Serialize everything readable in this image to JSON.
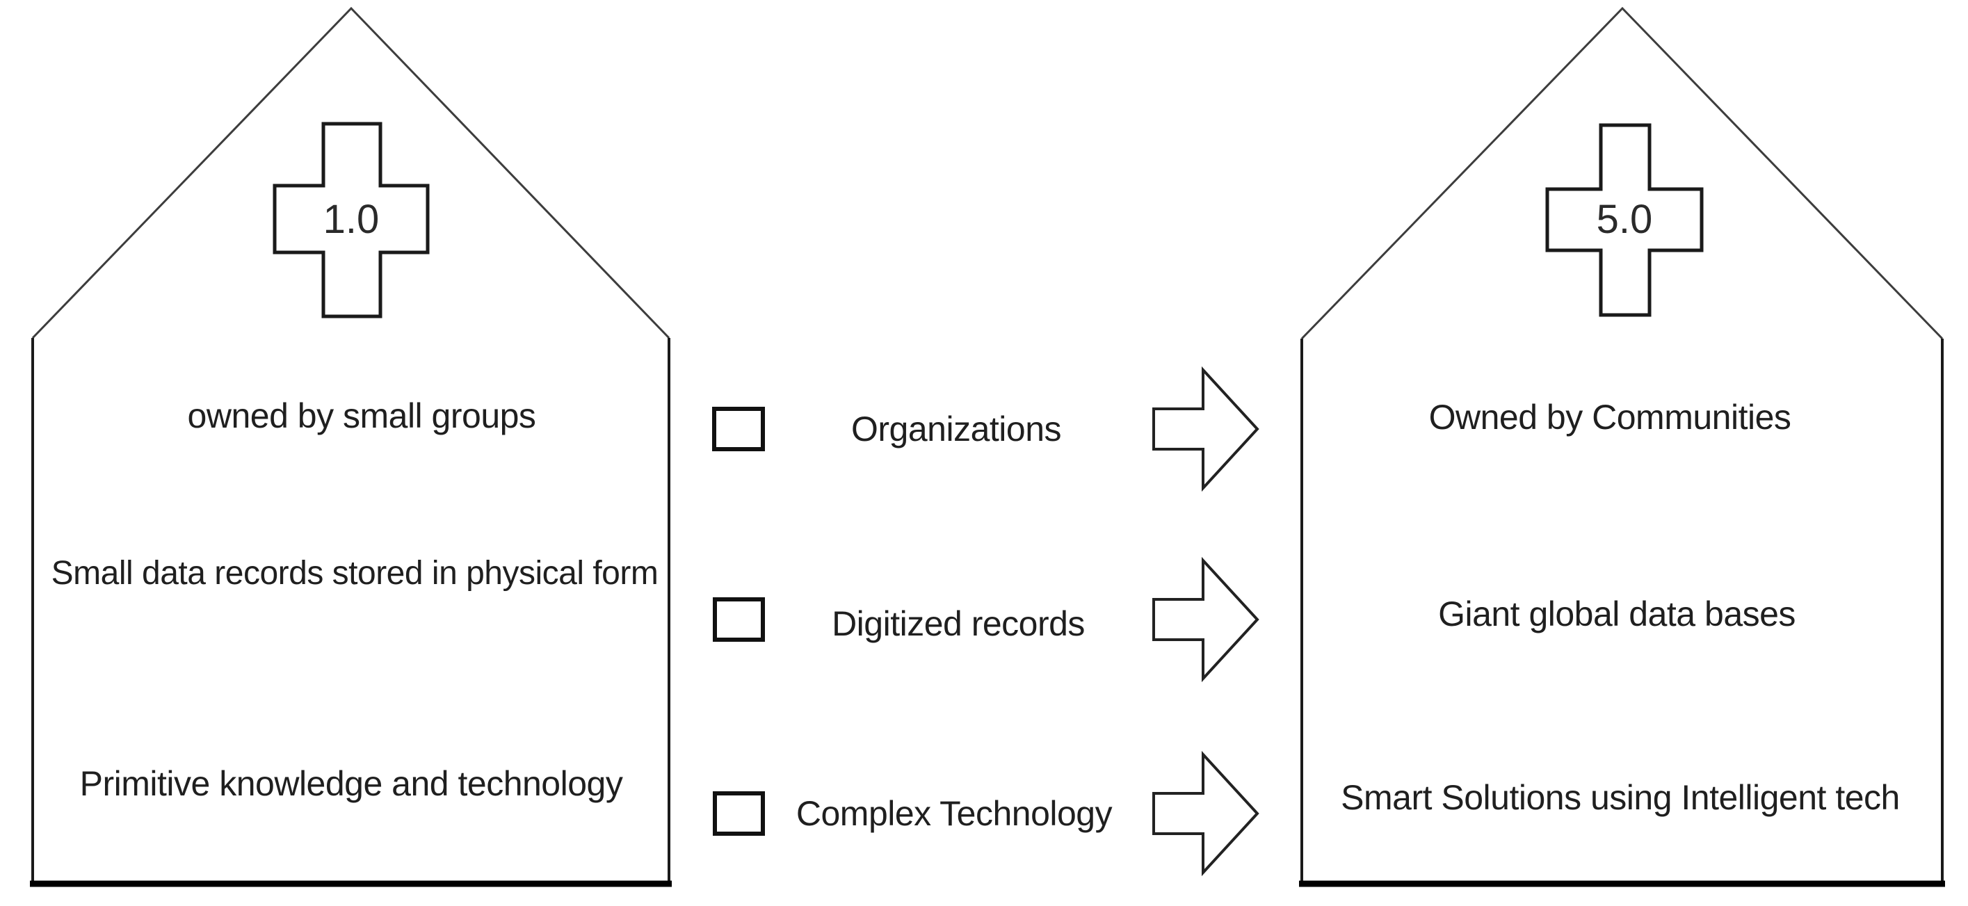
{
  "canvas": {
    "background": "#ffffff",
    "outline_color": "#1a1a1a",
    "roof_color": "#3d3d3d",
    "text_color": "#1f1f1f",
    "description": "Comparison diagram of two house shapes: era 1.0 versus era 5.0, with three transition rows between them"
  },
  "left_house": {
    "version_label": "1.0",
    "rows": [
      "owned by small groups",
      "Small data records stored in physical form",
      "Primitive knowledge and technology"
    ]
  },
  "middle_column": {
    "rows": [
      "Organizations",
      "Digitized records",
      "Complex Technology"
    ]
  },
  "right_house": {
    "version_label": "5.0",
    "rows": [
      "Owned by Communities",
      "Giant global data bases",
      "Smart Solutions using Intelligent tech"
    ]
  },
  "icons": {
    "checkbox": "empty-checkbox",
    "arrow": "block-arrow-right",
    "cross": "plus-cross-badge",
    "house": "house-outline"
  }
}
